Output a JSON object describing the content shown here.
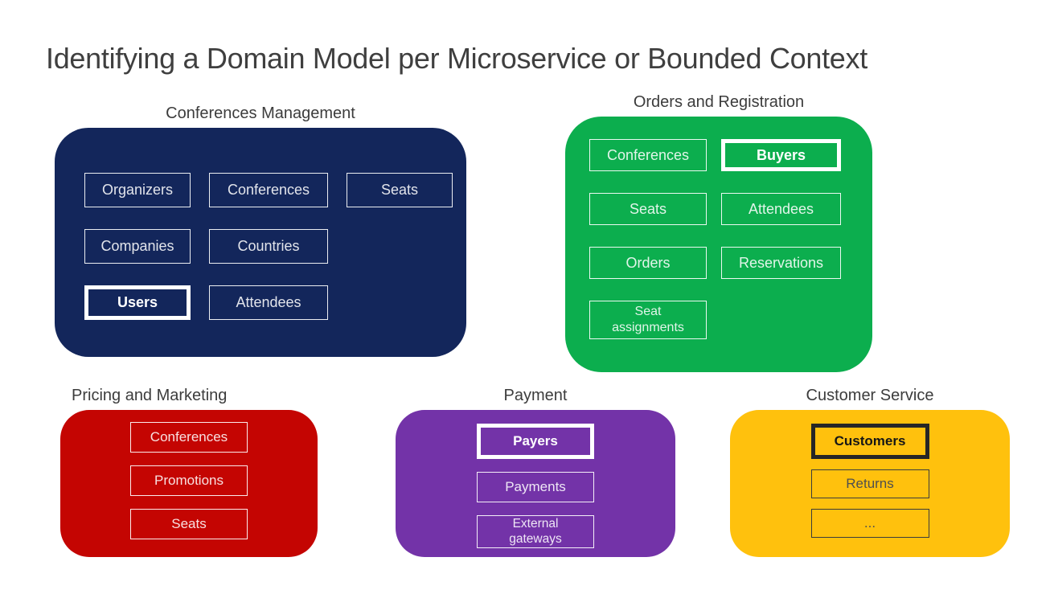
{
  "title": "Identifying a Domain Model per Microservice or Bounded Context",
  "contexts": [
    {
      "label": "Conferences Management",
      "color": "#13265B",
      "rows": [
        [
          {
            "label": "Organizers"
          },
          {
            "label": "Conferences"
          },
          {
            "label": "Seats"
          }
        ],
        [
          {
            "label": "Companies"
          },
          {
            "label": "Countries"
          }
        ],
        [
          {
            "label": "Users",
            "emphasis": true
          },
          {
            "label": "Attendees"
          }
        ]
      ]
    },
    {
      "label": "Orders and Registration",
      "color": "#0CAE4E",
      "rows": [
        [
          {
            "label": "Conferences"
          },
          {
            "label": "Buyers",
            "emphasis": true
          }
        ],
        [
          {
            "label": "Seats"
          },
          {
            "label": "Attendees"
          }
        ],
        [
          {
            "label": "Orders"
          },
          {
            "label": "Reservations"
          }
        ],
        [
          {
            "label": "Seat assignments"
          }
        ]
      ]
    },
    {
      "label": "Pricing and Marketing",
      "color": "#C40502",
      "rows": [
        [
          {
            "label": "Conferences"
          }
        ],
        [
          {
            "label": "Promotions"
          }
        ],
        [
          {
            "label": "Seats"
          }
        ]
      ]
    },
    {
      "label": "Payment",
      "color": "#7333A8",
      "rows": [
        [
          {
            "label": "Payers",
            "emphasis": true
          }
        ],
        [
          {
            "label": "Payments"
          }
        ],
        [
          {
            "label": "External gateways"
          }
        ]
      ]
    },
    {
      "label": "Customer Service",
      "color": "#FFC10D",
      "dark_text": true,
      "rows": [
        [
          {
            "label": "Customers",
            "emphasis": true
          }
        ],
        [
          {
            "label": "Returns"
          }
        ],
        [
          {
            "label": "..."
          }
        ]
      ]
    }
  ]
}
